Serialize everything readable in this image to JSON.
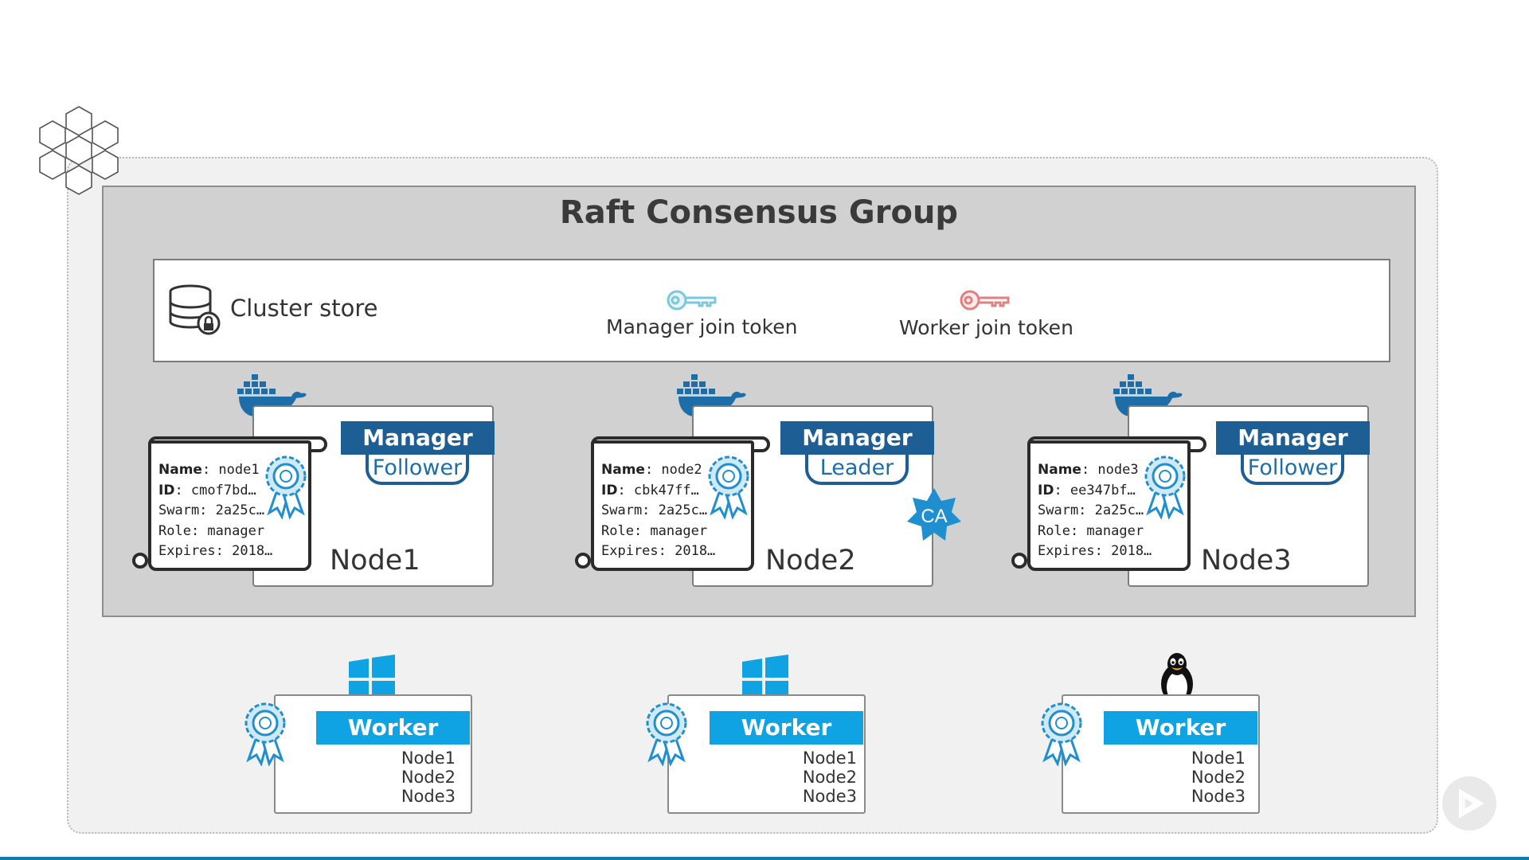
{
  "raft_group": {
    "title": "Raft Consensus Group"
  },
  "cluster_store": {
    "label": "Cluster store",
    "manager_token_label": "Manager join token",
    "worker_token_label": "Worker join token"
  },
  "colors": {
    "manager_blue": "#1d5f95",
    "worker_blue": "#0fa3e3",
    "manager_key": "#7cc7de",
    "worker_key": "#e08080",
    "ca_badge": "#1f8fd0"
  },
  "managers": [
    {
      "role_banner": "Manager",
      "status": "Follower",
      "node_name": "Node1",
      "cert": {
        "name_key": "Name",
        "name_val": ": node1",
        "id_key": "ID",
        "id_val": ": cmof7bd…",
        "swarm": "Swarm: 2a25c…",
        "role": "Role: manager",
        "expires": "Expires: 2018…"
      }
    },
    {
      "role_banner": "Manager",
      "status": "Leader",
      "node_name": "Node2",
      "ca_label": "CA",
      "cert": {
        "name_key": "Name",
        "name_val": ": node2",
        "id_key": "ID",
        "id_val": ": cbk47ff…",
        "swarm": "Swarm: 2a25c…",
        "role": "Role: manager",
        "expires": "Expires: 2018…"
      }
    },
    {
      "role_banner": "Manager",
      "status": "Follower",
      "node_name": "Node3",
      "cert": {
        "name_key": "Name",
        "name_val": ": node3",
        "id_key": "ID",
        "id_val": ": ee347bf…",
        "swarm": "Swarm: 2a25c…",
        "role": "Role: manager",
        "expires": "Expires: 2018…"
      }
    }
  ],
  "workers": [
    {
      "os_icon": "windows-icon",
      "banner": "Worker",
      "lines": [
        "Node1",
        "Node2",
        "Node3"
      ]
    },
    {
      "os_icon": "windows-icon",
      "banner": "Worker",
      "lines": [
        "Node1",
        "Node2",
        "Node3"
      ]
    },
    {
      "os_icon": "linux-tux-icon",
      "banner": "Worker",
      "lines": [
        "Node1",
        "Node2",
        "Node3"
      ]
    }
  ]
}
